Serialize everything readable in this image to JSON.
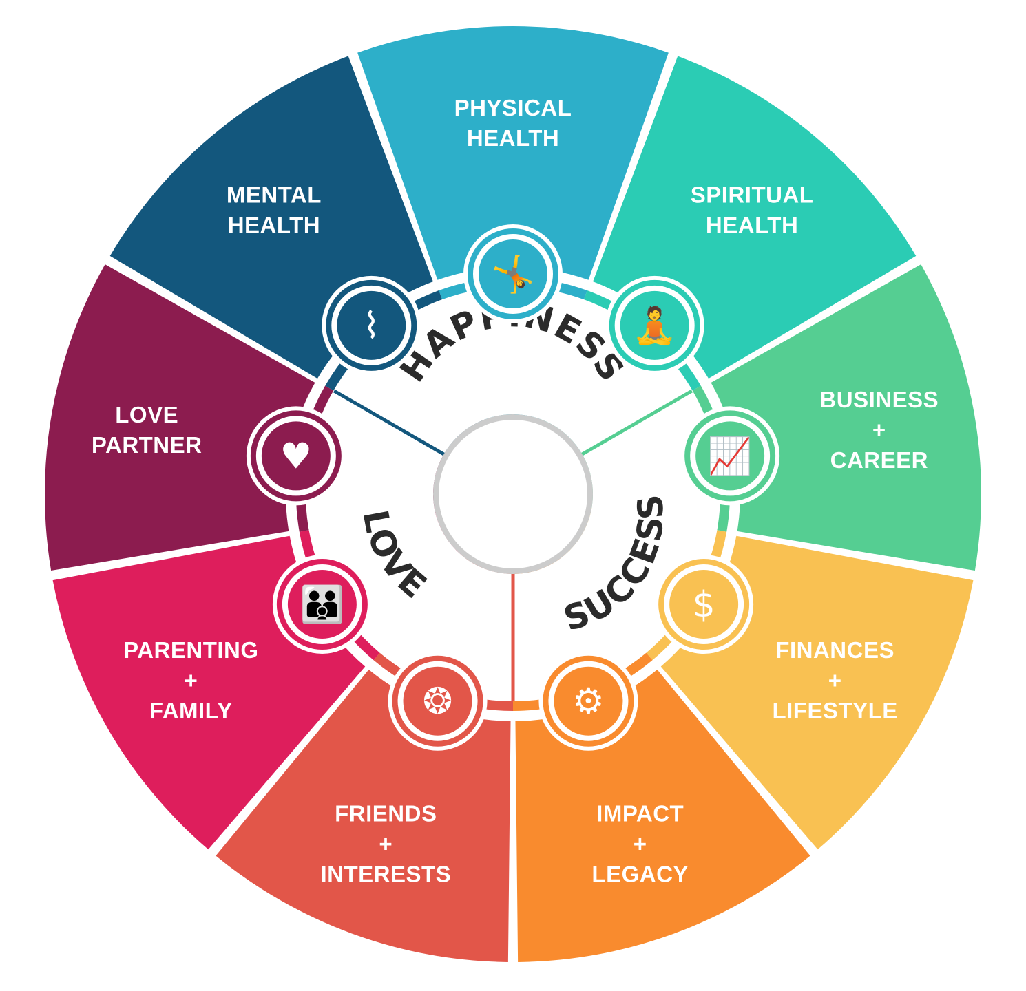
{
  "groups": {
    "happiness": "HAPPINESS",
    "success": "SUCCESS",
    "love": "LOVE"
  },
  "segments": [
    {
      "id": "physical",
      "lines": [
        "PHYSICAL",
        "HEALTH"
      ],
      "color": "#2DAFC9",
      "icon": "stretching-person-icon"
    },
    {
      "id": "spiritual",
      "lines": [
        "SPIRITUAL",
        "HEALTH"
      ],
      "color": "#2BCCB4",
      "icon": "meditation-icon"
    },
    {
      "id": "business",
      "lines": [
        "BUSINESS",
        "+",
        "CAREER"
      ],
      "color": "#55CE92",
      "icon": "career-climb-icon"
    },
    {
      "id": "finances",
      "lines": [
        "FINANCES",
        "+",
        "LIFESTYLE"
      ],
      "color": "#F9C152",
      "icon": "dollar-person-icon"
    },
    {
      "id": "impact",
      "lines": [
        "IMPACT",
        "+",
        "LEGACY"
      ],
      "color": "#F98B2E",
      "icon": "gear-person-icon"
    },
    {
      "id": "friends",
      "lines": [
        "FRIENDS",
        "+",
        "INTERESTS"
      ],
      "color": "#E25649",
      "icon": "group-table-icon"
    },
    {
      "id": "parenting",
      "lines": [
        "PARENTING",
        "+",
        "FAMILY"
      ],
      "color": "#DE1E5C",
      "icon": "family-icon"
    },
    {
      "id": "love",
      "lines": [
        "LOVE",
        "PARTNER"
      ],
      "color": "#8C1C4F",
      "icon": "heart-icon"
    },
    {
      "id": "mental",
      "lines": [
        "MENTAL",
        "HEALTH"
      ],
      "color": "#13577D",
      "icon": "brain-head-icon"
    }
  ]
}
